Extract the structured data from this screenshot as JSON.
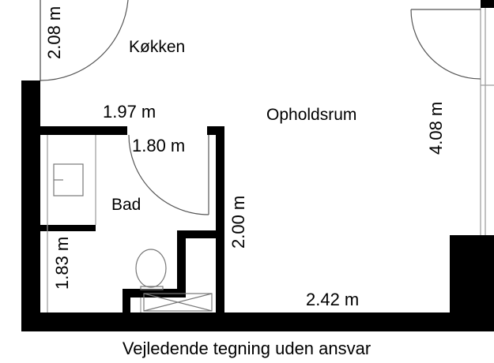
{
  "rooms": {
    "kitchen": "Køkken",
    "living": "Opholdsrum",
    "bath": "Bad"
  },
  "dimensions": {
    "kitchen_height": "2.08 m",
    "kitchen_width": "1.97 m",
    "living_height": "4.08 m",
    "bath_width": "1.80 m",
    "bath_height": "2.00 m",
    "bath_lower_height": "1.83 m",
    "bottom_width": "2.42 m"
  },
  "caption": "Vejledende tegning uden ansvar",
  "colors": {
    "wall": "#000000",
    "thin_line": "#9a9a9a",
    "background": "#ffffff"
  }
}
